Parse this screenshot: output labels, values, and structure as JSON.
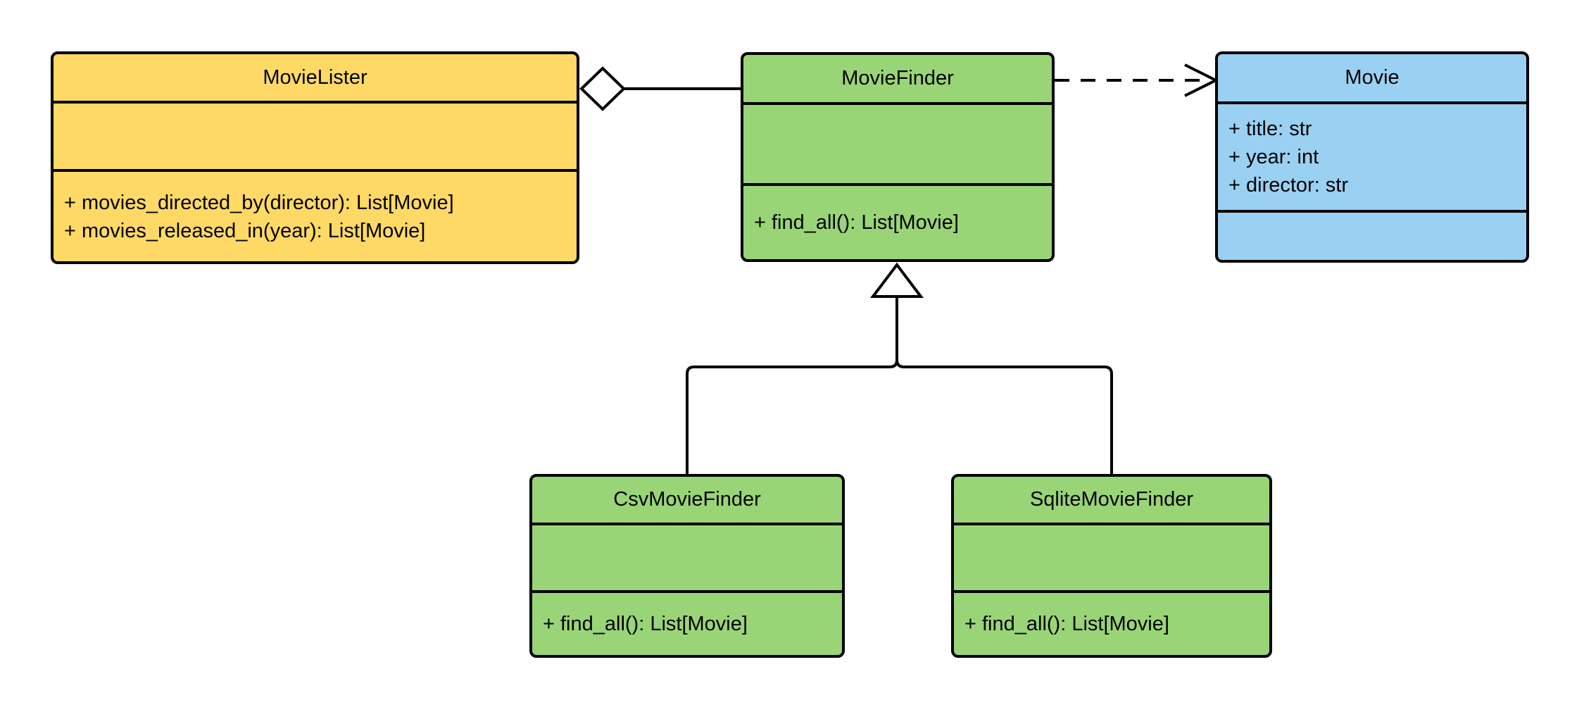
{
  "colors": {
    "background": "#FFFFFF",
    "stroke": "#000000",
    "text": "#000000",
    "lister_fill": "#FFD966",
    "finder_fill": "#99D576",
    "movie_fill": "#9AD1F2"
  },
  "classes": {
    "movie_lister": {
      "name": "MovieLister",
      "attributes": [],
      "methods": [
        "+ movies_directed_by(director): List[Movie]",
        "+ movies_released_in(year): List[Movie]"
      ]
    },
    "movie_finder": {
      "name": "MovieFinder",
      "attributes": [],
      "methods": [
        "+ find_all(): List[Movie]"
      ]
    },
    "movie": {
      "name": "Movie",
      "attributes": [
        "+ title: str",
        "+ year: int",
        "+ director: str"
      ],
      "methods": []
    },
    "csv_movie_finder": {
      "name": "CsvMovieFinder",
      "attributes": [],
      "methods": [
        "+ find_all(): List[Movie]"
      ]
    },
    "sqlite_movie_finder": {
      "name": "SqliteMovieFinder",
      "attributes": [],
      "methods": [
        "+ find_all(): List[Movie]"
      ]
    }
  },
  "relationships": [
    {
      "type": "aggregation",
      "owner": "MovieLister",
      "part": "MovieFinder",
      "line": "solid",
      "marker": "open-diamond-at-owner"
    },
    {
      "type": "dependency",
      "from": "MovieFinder",
      "to": "Movie",
      "line": "dashed",
      "marker": "open-arrow-at-target"
    },
    {
      "type": "inheritance",
      "child": "CsvMovieFinder",
      "parent": "MovieFinder",
      "line": "solid",
      "marker": "hollow-triangle-at-parent"
    },
    {
      "type": "inheritance",
      "child": "SqliteMovieFinder",
      "parent": "MovieFinder",
      "line": "solid",
      "marker": "hollow-triangle-at-parent"
    }
  ]
}
